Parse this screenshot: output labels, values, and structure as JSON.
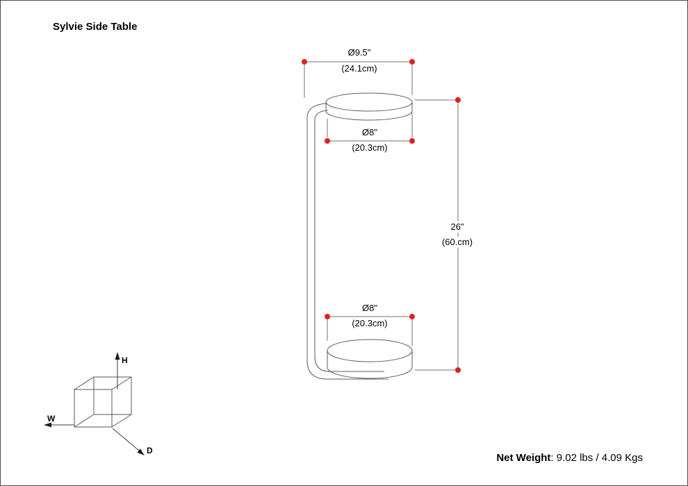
{
  "title": "Sylvie Side Table",
  "dimensions": {
    "top_outer": {
      "inches": "Ø9.5\"",
      "metric": "(24.1cm)"
    },
    "top_inner": {
      "inches": "Ø8\"",
      "metric": "(20.3cm)"
    },
    "height": {
      "inches": "26\"",
      "metric": "(60.cm)"
    },
    "bottom": {
      "inches": "Ø8\"",
      "metric": "(20.3cm)"
    }
  },
  "axis_indicator": {
    "height": "H",
    "width": "W",
    "depth": "D"
  },
  "footer": {
    "net_weight_label": "Net Weight",
    "net_weight_value": ": 9.02 lbs / 4.09 Kgs"
  },
  "colors": {
    "marker_red": "#e02020",
    "drawing_line": "#5a5b5e"
  }
}
